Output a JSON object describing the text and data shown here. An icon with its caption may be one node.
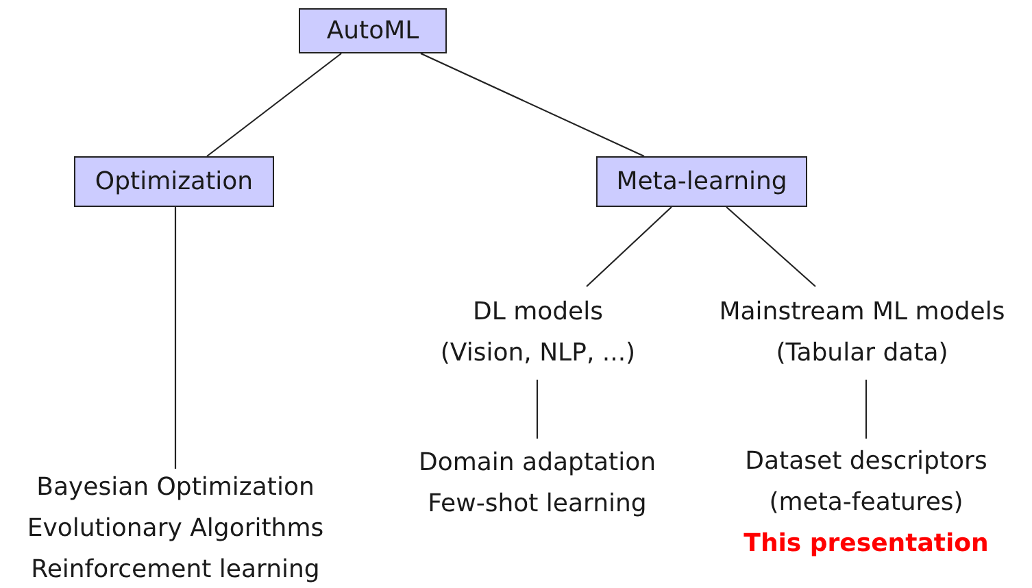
{
  "diagram": {
    "nodes": [
      {
        "text": [
          "AutoML"
        ]
      },
      {
        "text": [
          "Optimization"
        ]
      },
      {
        "text": [
          "Meta-learning"
        ]
      },
      {
        "text": [
          "DL models",
          "(Vision, NLP, ...)"
        ]
      },
      {
        "text": [
          "Mainstream ML models",
          "(Tabular data)"
        ]
      },
      {
        "text": [
          "Bayesian Optimization",
          "Evolutionary Algorithms",
          "Reinforcement learning"
        ]
      },
      {
        "text": [
          "Domain adaptation",
          "Few-shot learning"
        ]
      },
      {
        "text": [
          "Dataset descriptors",
          "(meta-features)",
          "This presentation"
        ]
      }
    ],
    "edges": [
      {
        "from": 0,
        "to": 1,
        "arrow": "none"
      },
      {
        "from": 0,
        "to": 2,
        "arrow": "none"
      },
      {
        "from": 2,
        "to": 3,
        "arrow": "none"
      },
      {
        "from": 2,
        "to": 4,
        "arrow": "none"
      },
      {
        "from": 1,
        "to": 5,
        "arrow": "none"
      },
      {
        "from": 3,
        "to": 6,
        "arrow": "none"
      },
      {
        "from": 4,
        "to": 7,
        "arrow": "none"
      }
    ]
  }
}
